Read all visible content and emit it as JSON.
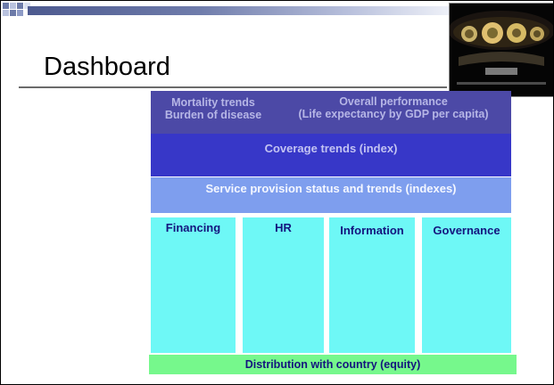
{
  "slide": {
    "title": "Dashboard"
  },
  "framework": {
    "mortality": {
      "line1": "Mortality trends",
      "line2": "Burden of disease"
    },
    "overall": {
      "line1": "Overall performance",
      "line2": "(Life expectancy by GDP per capita)"
    },
    "coverage": "Coverage trends (index)",
    "service": "Service provision status and trends (indexes)",
    "pillars": [
      "Financing",
      "HR",
      "Information",
      "Governance"
    ],
    "equity": "Distribution with country (equity)"
  },
  "colors": {
    "header_purple": "#4c49a6",
    "coverage_blue": "#3737c8",
    "service_blue": "#7e9eee",
    "pillar_cyan": "#6ef8f6",
    "equity_green": "#76f88c",
    "label_navy": "#14147e"
  },
  "logo": {
    "icon": "dashboard-gauges-photo"
  }
}
